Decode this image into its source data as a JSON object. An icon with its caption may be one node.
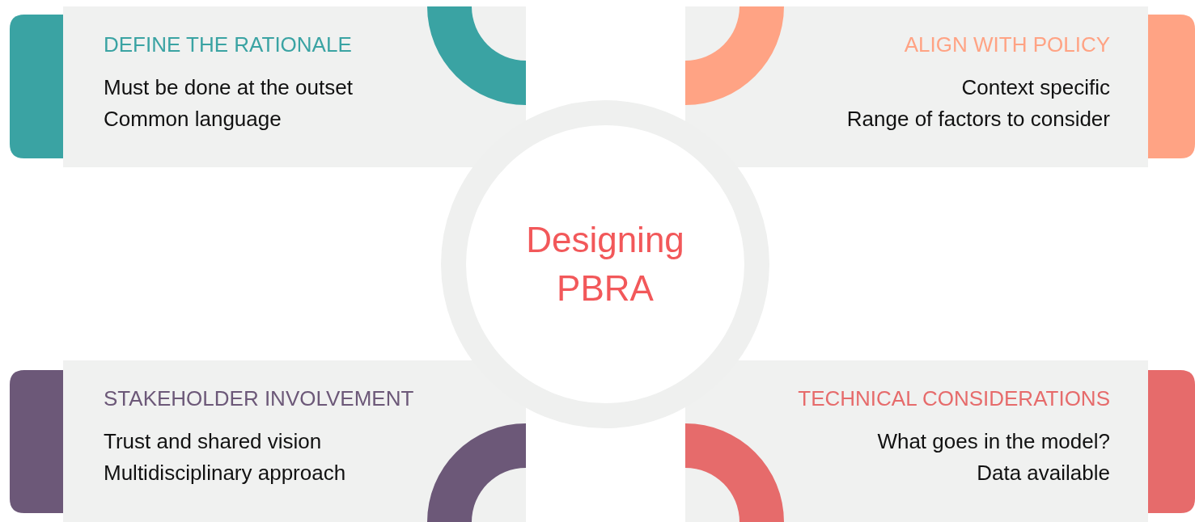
{
  "diagram": {
    "nodes": [
      {
        "text": [
          "DEFINE THE RATIONALE",
          "Must be done at the outset",
          "Common language"
        ]
      },
      {
        "text": [
          "ALIGN WITH POLICY",
          "Context specific",
          "Range of factors to consider"
        ]
      },
      {
        "text": [
          "Designing PBRA"
        ]
      },
      {
        "text": [
          "STAKEHOLDER INVOLVEMENT",
          "Trust and shared vision",
          "Multidisciplinary approach"
        ]
      },
      {
        "text": [
          "TECHNICAL CONSIDERATIONS",
          "What goes in the model?",
          "Data available"
        ]
      }
    ]
  }
}
